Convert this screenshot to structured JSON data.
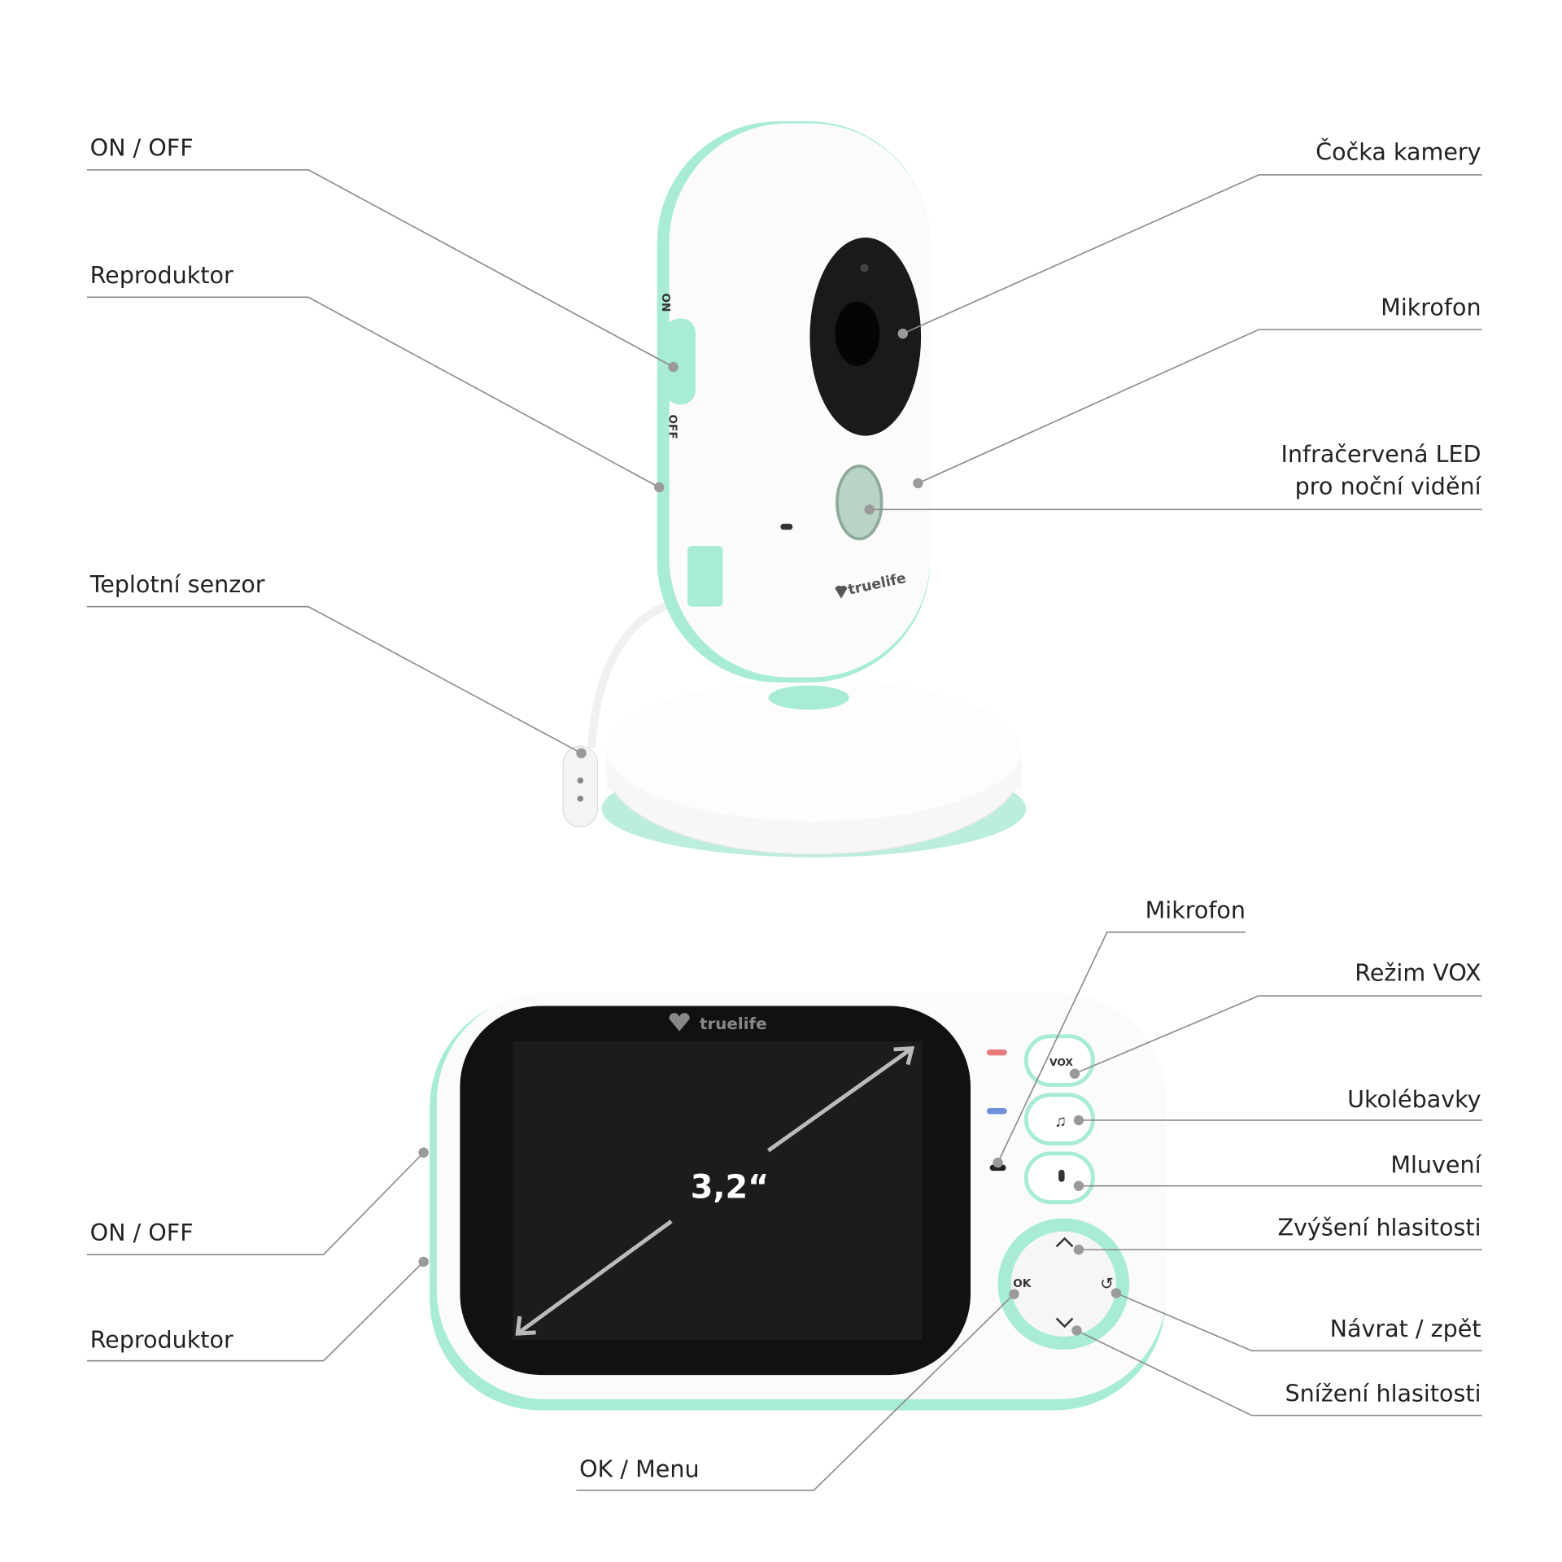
{
  "camera_unit": {
    "labels": {
      "on_off": "ON / OFF",
      "speaker": "Reproduktor",
      "temp_sensor": "Teplotní senzor",
      "lens": "Čočka kamery",
      "microphone": "Mikrofon",
      "ir_led_line1": "Infračervená LED",
      "ir_led_line2": "pro noční vidění"
    },
    "switch_on": "ON",
    "switch_off": "OFF",
    "brand": "truelife"
  },
  "monitor_unit": {
    "labels": {
      "microphone": "Mikrofon",
      "vox": "Režim VOX",
      "lullabies": "Ukolébavky",
      "talk": "Mluvení",
      "vol_up": "Zvýšení hlasitosti",
      "back": "Návrat / zpět",
      "vol_down": "Snížení hlasitosti",
      "on_off": "ON / OFF",
      "speaker": "Reproduktor",
      "ok_menu": "OK / Menu"
    },
    "screen_size": "3,2“",
    "vox_button": "VOX",
    "ok_button": "OK",
    "brand": "truelife"
  },
  "colors": {
    "accent": "#a8ecd6",
    "line": "#8a8a8a"
  }
}
